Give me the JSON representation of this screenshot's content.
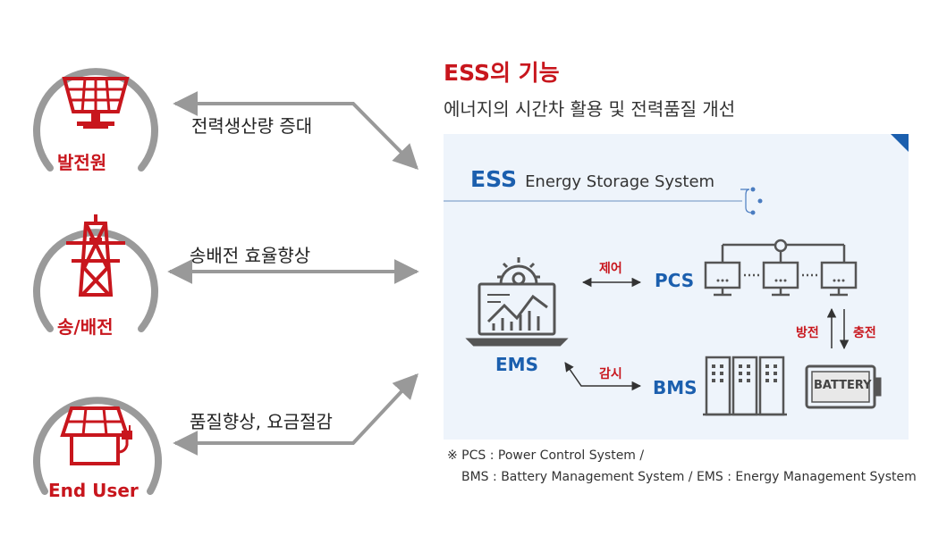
{
  "title": "ESS의 기능",
  "subtitle": "에너지의 시간차 활용 및 전력품질 개선",
  "ess_header": {
    "abbr": "ESS",
    "full": "Energy Storage System"
  },
  "sources": [
    {
      "label": "발전원",
      "arrow_label": "전력생산량 증대"
    },
    {
      "label": "송/배전",
      "arrow_label": "송배전 효율향상"
    },
    {
      "label": "End User",
      "arrow_label": "품질향상, 요금절감"
    }
  ],
  "system": {
    "ems": "EMS",
    "pcs": "PCS",
    "bms": "BMS",
    "control": "제어",
    "monitor": "감시",
    "discharge": "방전",
    "charge": "충전",
    "battery": "BATTERY"
  },
  "notes": {
    "line1": "※ PCS : Power Control System /",
    "line2": "BMS : Battery Management System / EMS : Energy Management System"
  },
  "colors": {
    "accent_red": "#c8161d",
    "accent_blue": "#1b5fae",
    "panel_bg": "#eef4fb",
    "icon_gray": "#555555"
  }
}
